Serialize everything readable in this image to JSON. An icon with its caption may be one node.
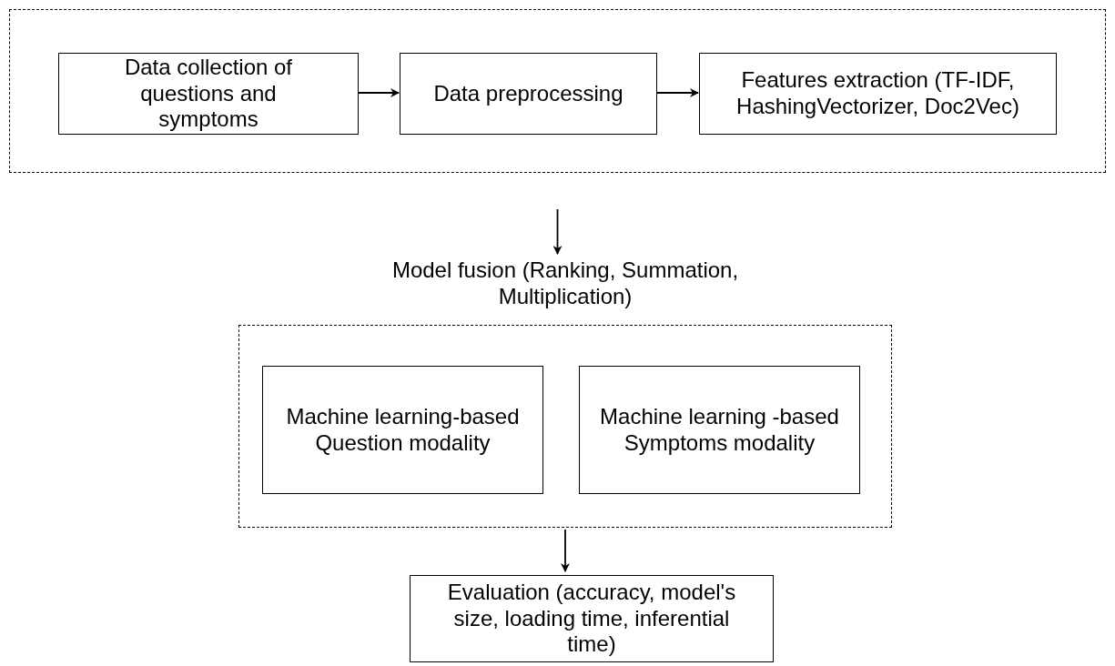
{
  "diagram": {
    "nodes": [
      {
        "text": [],
        "shape": "box"
      },
      {
        "text": [
          "Data collection of questions and symptoms"
        ],
        "in": 0
      },
      {
        "text": [
          "Data preprocessing"
        ],
        "in": 0
      },
      {
        "text": [
          "Features extraction (TF-IDF, HashingVectorizer, Doc2Vec)"
        ],
        "in": 0
      },
      {
        "text": [
          "Model fusion (Ranking, Summation, Multiplication)"
        ]
      },
      {
        "text": [
          "Machine learning-based Question modality"
        ],
        "in": 4
      },
      {
        "text": [
          "Machine learning -based Symptoms modality"
        ],
        "in": 4
      },
      {
        "text": [
          "Evaluation (accuracy, model's size, loading time, inferential time)"
        ]
      }
    ],
    "edges": [
      {
        "from": 1,
        "to": 2,
        "arrow": "to"
      },
      {
        "from": 2,
        "to": 3,
        "arrow": "to"
      },
      {
        "from": 0,
        "to": 4,
        "arrow": "to"
      },
      {
        "from": 4,
        "to": 7,
        "arrow": "to"
      }
    ]
  }
}
